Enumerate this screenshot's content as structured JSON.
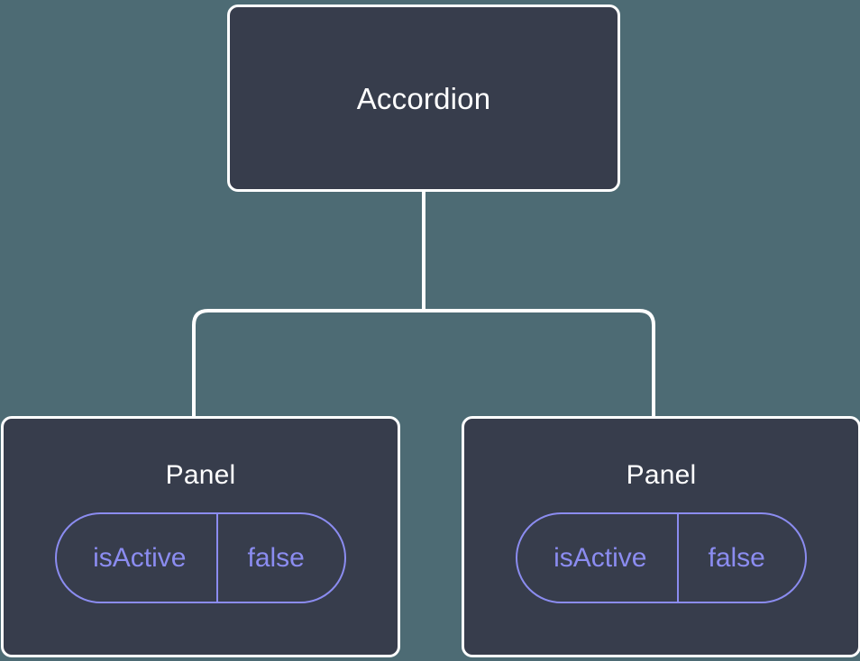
{
  "diagram": {
    "type": "component-tree",
    "background_color": "#4d6b74",
    "node_fill_color": "#373d4c",
    "node_border_color": "#ffffff",
    "node_text_color": "#ffffff",
    "badge_color": "#8b8cf0",
    "edge_color": "#ffffff",
    "root": {
      "title": "Accordion"
    },
    "children": [
      {
        "title": "Panel",
        "state": {
          "key": "isActive",
          "value": "false"
        }
      },
      {
        "title": "Panel",
        "state": {
          "key": "isActive",
          "value": "false"
        }
      }
    ]
  }
}
